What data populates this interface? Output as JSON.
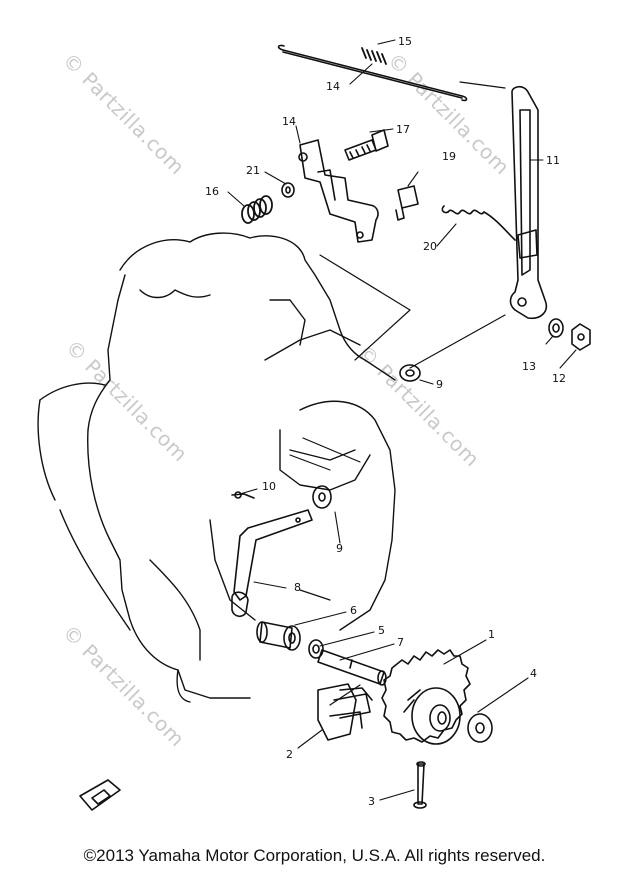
{
  "watermarks": [
    "© Partzilla.com",
    "© Partzilla.com",
    "© Partzilla.com",
    "© Partzilla.com",
    "© Partzilla.com"
  ],
  "callouts": {
    "c1": "1",
    "c2": "2",
    "c3": "3",
    "c4": "4",
    "c5": "5",
    "c6": "6",
    "c7": "7",
    "c8": "8",
    "c9a": "9",
    "c9b": "9",
    "c10": "10",
    "c11": "11",
    "c12": "12",
    "c13": "13",
    "c14": "14",
    "c15": "15",
    "c16": "16",
    "c17": "17",
    "c19": "19",
    "c20": "20",
    "c21": "21"
  },
  "copyright": "©2013 Yamaha Motor Corporation, U.S.A. All rights reserved."
}
